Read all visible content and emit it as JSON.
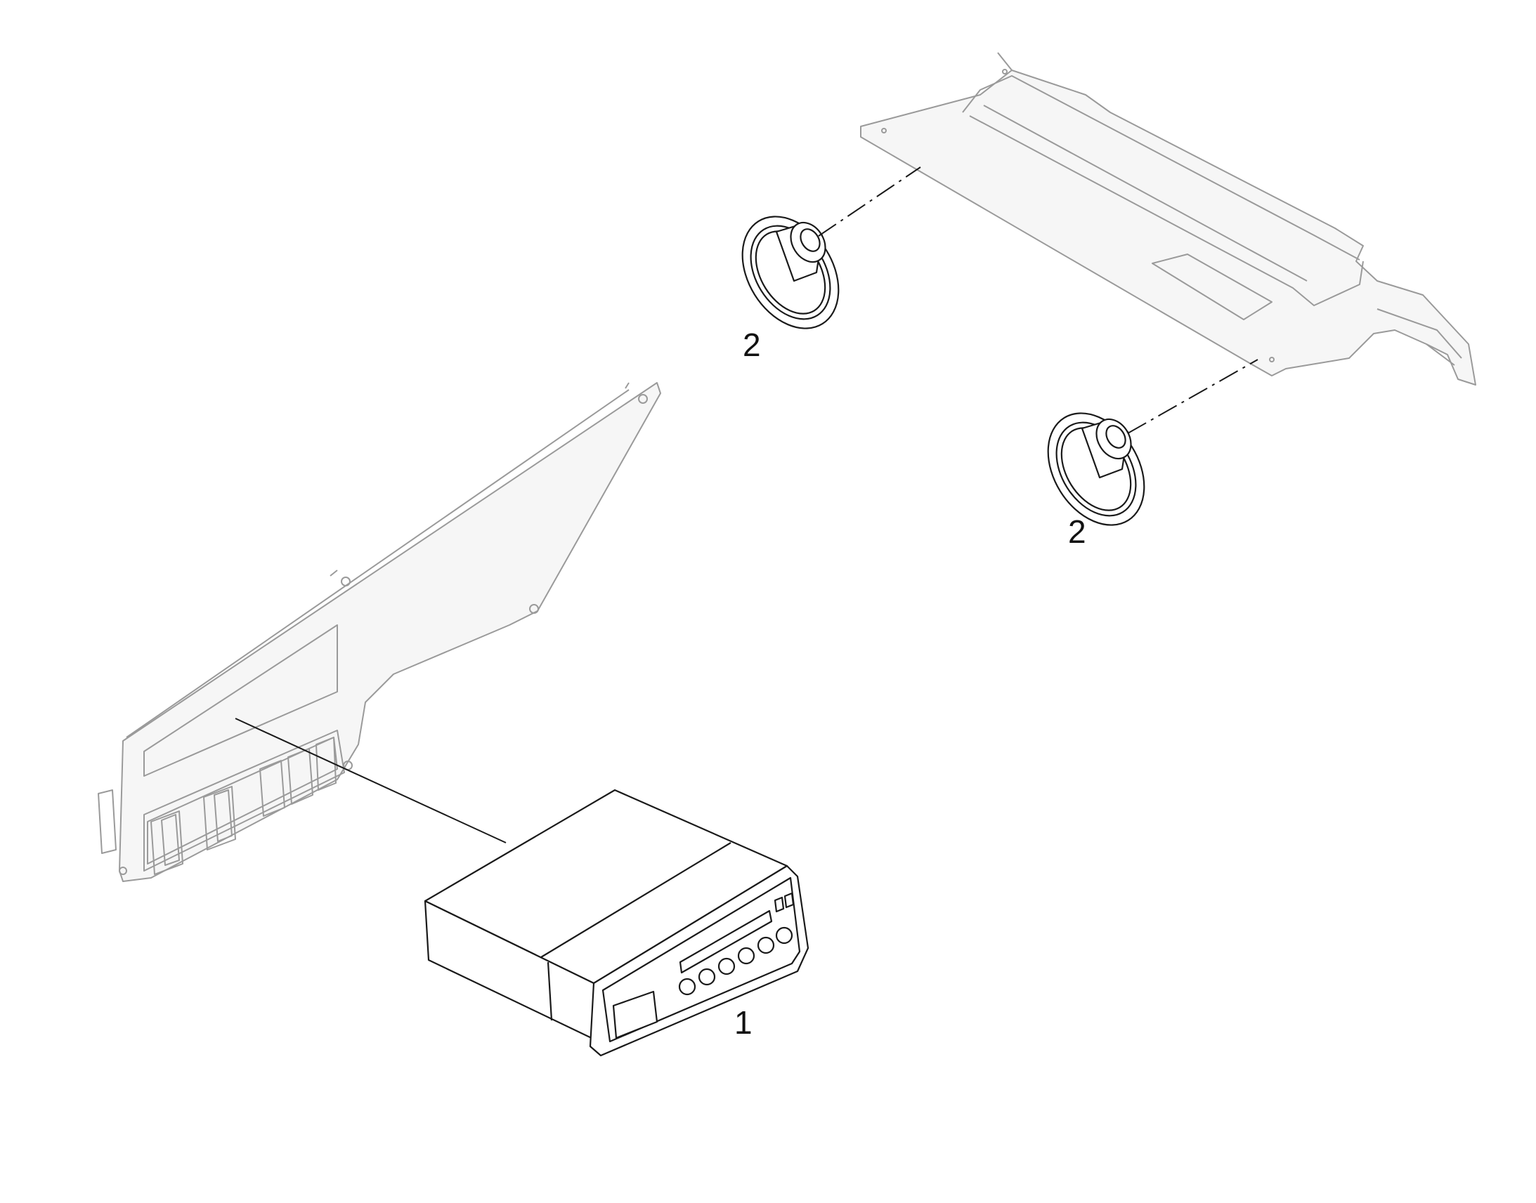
{
  "callouts": {
    "radio": "1",
    "speaker_left": "2",
    "speaker_right": "2"
  },
  "colors": {
    "line_dark": "#1a1a1a",
    "line_light": "#9a9a9a",
    "background": "#ffffff"
  }
}
